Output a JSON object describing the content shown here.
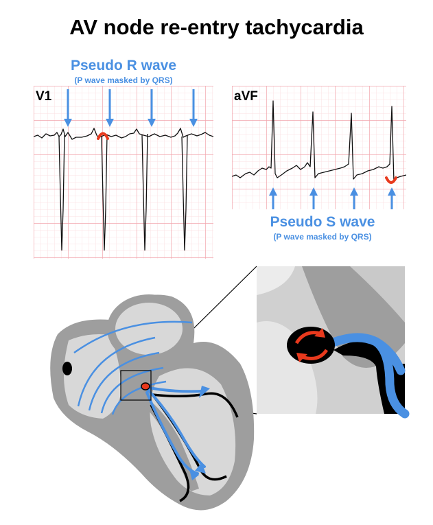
{
  "title": "AV node re-entry tachycardia",
  "v1": {
    "lead_label": "V1",
    "annotation_title": "Pseudo R wave",
    "annotation_subtitle": "(P wave masked by QRS)"
  },
  "avf": {
    "lead_label": "aVF",
    "annotation_title": "Pseudo S wave",
    "annotation_subtitle": "(P wave masked by QRS)"
  },
  "colors": {
    "accent_blue": "#4a90e2",
    "pseudo_wave_red": "#e8391d",
    "ecg_grid_major": "#f2a6ad",
    "ecg_grid_minor": "#fbe0e3",
    "heart_dark": "#9e9e9e",
    "heart_light": "#d8d8d8"
  }
}
